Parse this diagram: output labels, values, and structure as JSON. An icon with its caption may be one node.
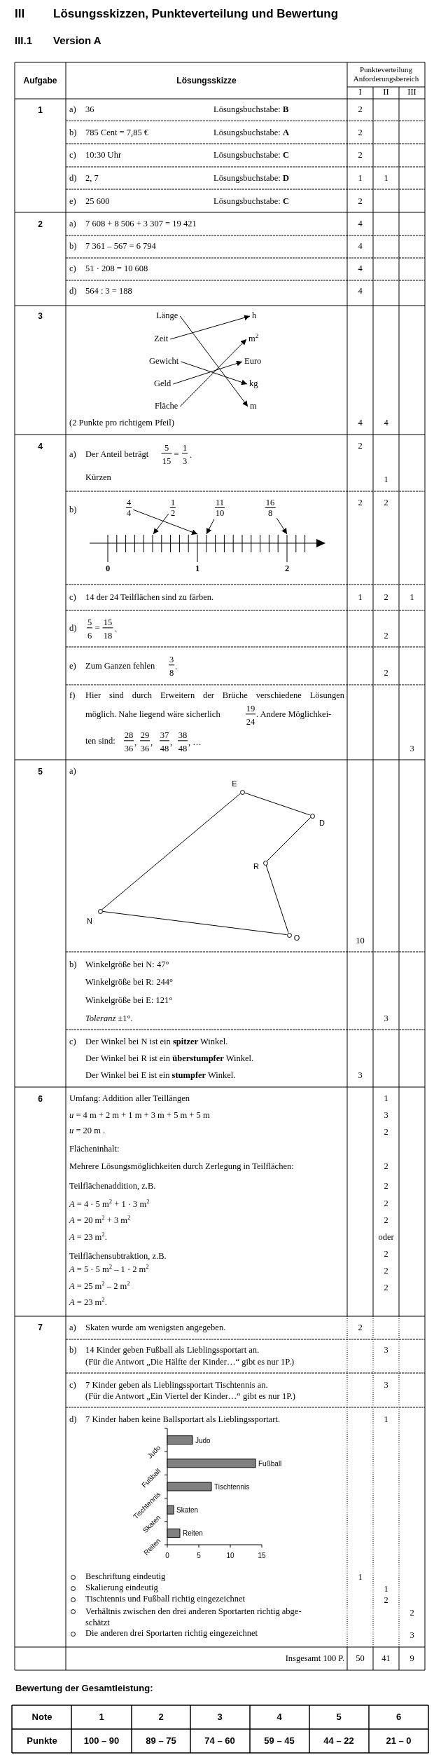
{
  "diagram": {
    "title": "Lösungsskizzen, Punkteverteilung und Bewertung",
    "nodes": [
      {
        "text": [
          "Länge"
        ]
      },
      {
        "text": [
          "h"
        ]
      },
      {
        "text": [
          "Zeit"
        ]
      },
      {
        "text": [
          "m$^{2}$"
        ]
      },
      {
        "text": [
          "Gewicht"
        ]
      },
      {
        "text": [
          "Euro"
        ]
      },
      {
        "text": [
          "Geld"
        ]
      },
      {
        "text": [
          "kg"
        ]
      },
      {
        "text": [
          "Fläche"
        ]
      },
      {
        "text": [
          "m"
        ]
      },
      {
        "text": [
          "4",
          "4"
        ]
      },
      {
        "text": [
          "1",
          "2"
        ]
      },
      {
        "text": [
          "11",
          "10"
        ]
      },
      {
        "text": [
          "16",
          "8"
        ]
      },
      {
        "text": [
          "0",
          "1",
          "2"
        ]
      },
      {
        "text": [],
        "shape": "circle",
        "beside": [
          "E"
        ]
      },
      {
        "text": [],
        "shape": "circle",
        "beside": [
          "D"
        ]
      },
      {
        "text": [],
        "shape": "circle",
        "beside": [
          "R"
        ]
      },
      {
        "text": [],
        "shape": "circle",
        "beside": [
          "N"
        ]
      },
      {
        "text": [],
        "shape": "circle",
        "beside": [
          "O"
        ]
      }
    ],
    "edges": [
      {
        "from": 0,
        "to": 9,
        "arrow": "to"
      },
      {
        "from": 2,
        "to": 1,
        "arrow": "to"
      },
      {
        "from": 4,
        "to": 7,
        "arrow": "to"
      },
      {
        "from": 6,
        "to": 5,
        "arrow": "to"
      },
      {
        "from": 8,
        "to": 3,
        "arrow": "to"
      },
      {
        "from": 10,
        "to": 14,
        "arrow": "to"
      },
      {
        "from": 11,
        "to": 14,
        "arrow": "to"
      },
      {
        "from": 12,
        "to": 14,
        "arrow": "to"
      },
      {
        "from": 13,
        "to": 14,
        "arrow": "to"
      },
      {
        "from": 15,
        "to": 16,
        "arrow": "none"
      },
      {
        "from": 16,
        "to": 17,
        "arrow": "none"
      },
      {
        "from": 17,
        "to": 19,
        "arrow": "none"
      },
      {
        "from": 19,
        "to": 18,
        "arrow": "none"
      },
      {
        "from": 18,
        "to": 15,
        "arrow": "none"
      }
    ],
    "labels": [
      "III",
      "III.1",
      "Version A",
      "Aufgabe",
      "Lösungsskizze",
      "Punkteverteilung Anforderungsbereich",
      "I",
      "II",
      "III",
      "1",
      "a)",
      "36",
      "Lösungsbuchstabe: **B**",
      "2",
      "b)",
      "785 Cent = 7,85 €",
      "Lösungsbuchstabe: **A**",
      "2",
      "c)",
      "10:30 Uhr",
      "Lösungsbuchstabe: **C**",
      "2",
      "d)",
      "2, 7",
      "Lösungsbuchstabe: **D**",
      "1",
      "1",
      "e)",
      "25 600",
      "Lösungsbuchstabe: **C**",
      "2",
      "2",
      "a)",
      "7 608 + 8 506 + 3 307 = 19 421",
      "4",
      "b)",
      "7 361 – 567 = 6 794",
      "4",
      "c)",
      "51 · 208 = 10 608",
      "4",
      "d)",
      "564 : 3 = 188",
      "4",
      "3",
      "(2 Punkte pro richtigem Pfeil)",
      "4",
      "4",
      "4",
      "a)",
      "Der Anteil beträgt",
      "5",
      "15",
      "=",
      "1",
      "3",
      ".",
      "2",
      "Kürzen",
      "1",
      "b)",
      "2",
      "2",
      "c)",
      "14 der 24 Teilflächen sind zu färben.",
      "1",
      "2",
      "1",
      "d)",
      "5",
      "6",
      "=",
      "15",
      "18",
      ".",
      "2",
      "e)",
      "Zum Ganzen fehlen",
      "3",
      "8",
      ".",
      "2",
      "f)",
      "Hier sind durch Erweitern der Brüche verschiedene Lösungen",
      "möglich. Nahe liegend wäre sicherlich",
      "19",
      "24",
      ". Andere Möglichkei-",
      "ten sind:",
      "28",
      "36",
      ",",
      "29",
      "36",
      ",",
      "37",
      "48",
      ",",
      "38",
      "48",
      ", …",
      "3",
      "5",
      "a)",
      "10",
      "b)",
      "Winkelgröße bei N: 47°",
      "Winkelgröße bei R: 244°",
      "Winkelgröße bei E: 121°",
      "*Toleranz* ±1°.",
      "3",
      "c)",
      "Der Winkel bei N ist ein **spitzer** Winkel.",
      "Der Winkel bei R ist ein **überstumpfer** Winkel.",
      "Der Winkel bei E ist ein **stumpfer** Winkel.",
      "3",
      "6",
      "Umfang: Addition aller Teillängen",
      "1",
      "*u* = 4 m + 2 m + 1 m + 3 m + 5 m + 5 m",
      "3",
      "*u* = 20 m .",
      "2",
      "Flächeninhalt:",
      "Mehrere Lösungsmöglichkeiten durch Zerlegung in Teilflächen:",
      "2",
      "Teilflächenaddition, z.B.",
      "2",
      "*A* = 4 · 5 m$^{2}$ + 1 · 3 m$^{2}$",
      "2",
      "*A* = 20 m$^{2}$ + 3 m$^{2}$",
      "2",
      "*A* = 23 m$^{2}$.",
      "oder",
      "Teilflächensubtraktion, z.B.",
      "2",
      "*A* = 5 · 5 m$^{2}$ – 1 · 2 m$^{2}$",
      "2",
      "*A* = 25 m$^{2}$ – 2 m$^{2}$",
      "2",
      "*A* = 23 m$^{2}$.",
      "7",
      "a)",
      "Skaten wurde am wenigsten angegeben.",
      "2",
      "b)",
      "14 Kinder geben Fußball als Lieblingssportart an.",
      "3",
      "(Für die Antwort „Die Hälfte der Kinder…“ gibt es nur 1P.)",
      "c)",
      "7 Kinder geben als Lieblingssportart Tischtennis an.",
      "3",
      "(Für die Antwort „Ein Viertel der Kinder…“ gibt es nur 1P.)",
      "d)",
      "7 Kinder haben keine Ballsportart als Lieblingssportart.",
      "1",
      "Beschriftung eindeutig",
      "1",
      "Skalierung eindeutig",
      "1",
      "Tischtennis und Fußball richtig eingezeichnet",
      "2",
      "Verhältnis zwischen den drei anderen Sportarten richtig abge-schätzt",
      "2",
      "Die anderen drei Sportarten richtig eingezeichnet",
      "3",
      "Insgesamt 100 P.",
      "50",
      "41",
      "9",
      "Bewertung der Gesamtleistung:",
      "Note",
      "1",
      "2",
      "3",
      "4",
      "5",
      "6",
      "Punkte",
      "100 – 90",
      "89 – 75",
      "74 – 60",
      "59 – 45",
      "44 – 22",
      "21 – 0"
    ],
    "chart_data": {
      "type": "bar",
      "orientation": "horizontal",
      "categories": [
        "Judo",
        "Fußball",
        "Tischtennis",
        "Skaten",
        "Reiten"
      ],
      "series": [
        {
          "color": "#808080",
          "values": [
            4,
            14,
            7,
            1,
            2
          ]
        }
      ],
      "xlim": [
        0,
        15
      ],
      "xticks": [
        0,
        5,
        10,
        15
      ],
      "value_labels": [
        "Judo",
        "Fußball",
        "Tischtennis",
        "Skaten",
        "Reiten"
      ]
    }
  }
}
